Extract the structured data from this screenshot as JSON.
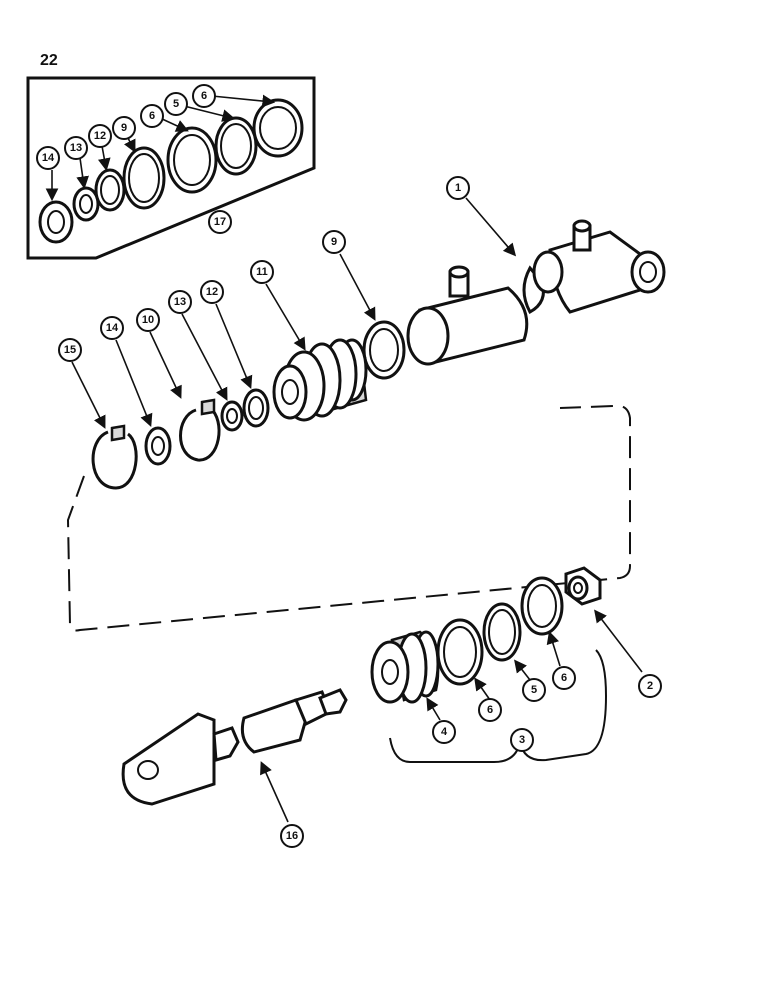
{
  "page_number": "22",
  "callouts": {
    "c1": "1",
    "c2": "2",
    "c3": "3",
    "c4": "4",
    "c5": "5",
    "c6": "6",
    "c9": "9",
    "c10": "10",
    "c11": "11",
    "c12": "12",
    "c13": "13",
    "c14": "14",
    "c15": "15",
    "c16": "16",
    "c17": "17"
  }
}
